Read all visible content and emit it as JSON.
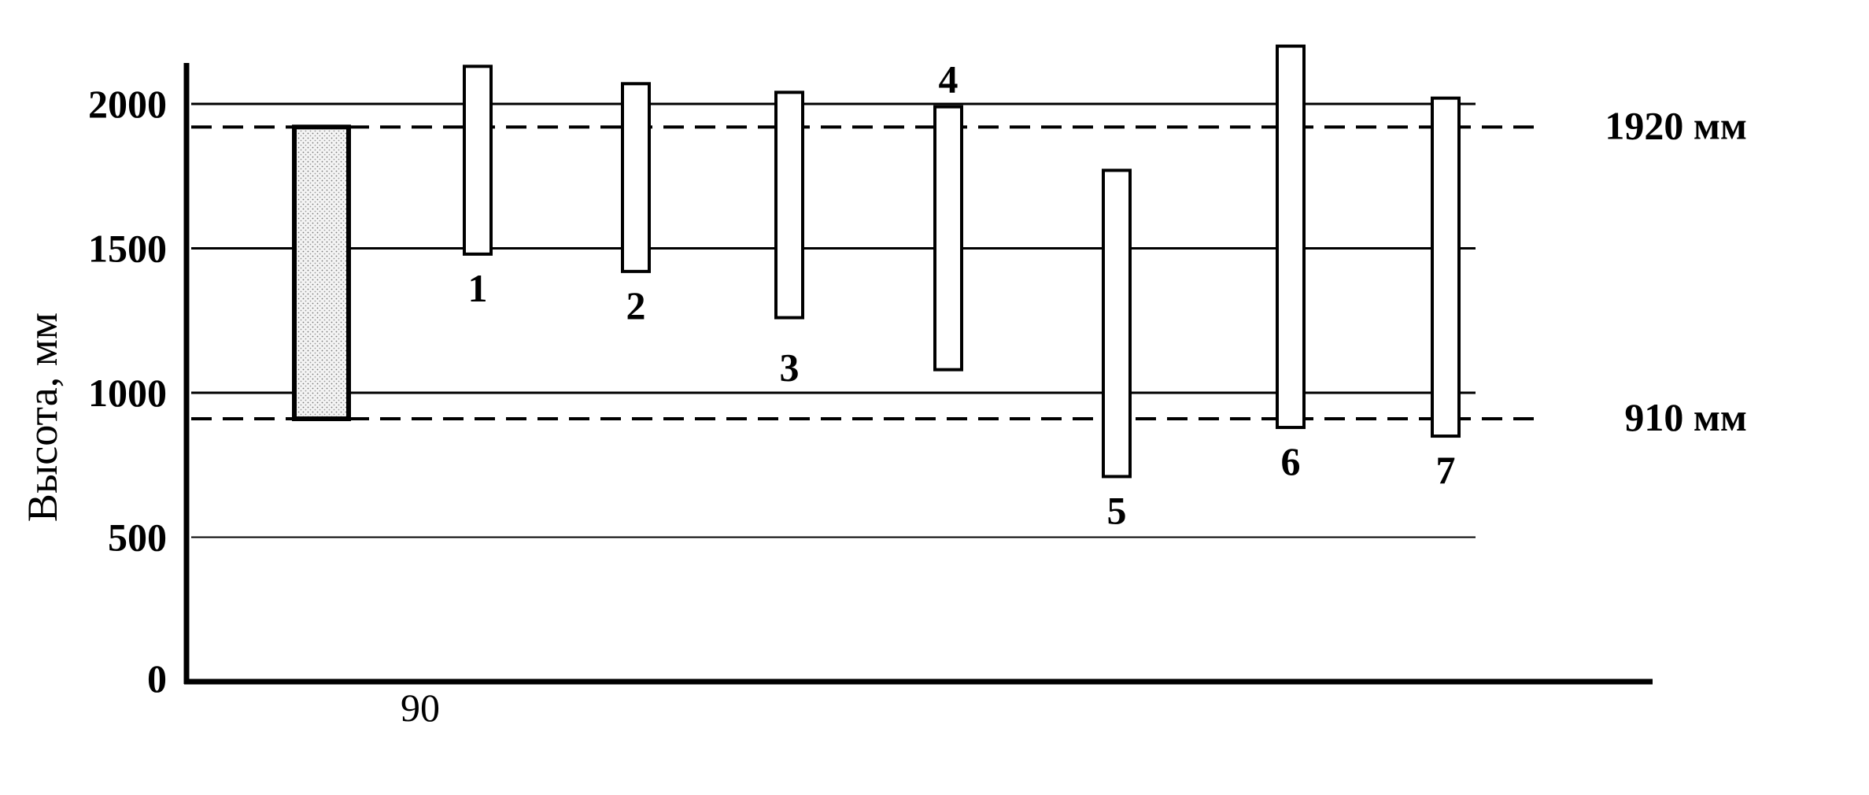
{
  "chart_data": {
    "type": "bar",
    "ylabel": "Высота, мм",
    "ylim": [
      0,
      2200
    ],
    "yticks": [
      0,
      500,
      1000,
      1500,
      2000
    ],
    "ytick_labels": [
      "0",
      "500",
      "1000",
      "1500",
      "2000"
    ],
    "gridlines": [
      500,
      1000,
      1500,
      2000
    ],
    "x_annotation": "90",
    "reference_range": {
      "low": 910,
      "high": 1920,
      "stippled": true
    },
    "reference_lines": [
      {
        "value": 1920,
        "label": "1920 мм",
        "style": "dashed"
      },
      {
        "value": 910,
        "label": "910 мм",
        "style": "dashed"
      }
    ],
    "bars": [
      {
        "label": "1",
        "low": 1480,
        "high": 2130
      },
      {
        "label": "2",
        "low": 1420,
        "high": 2070
      },
      {
        "label": "3",
        "low": 1260,
        "high": 2040
      },
      {
        "label": "4",
        "low": 1080,
        "high": 1990
      },
      {
        "label": "5",
        "low": 710,
        "high": 1770
      },
      {
        "label": "6",
        "low": 880,
        "high": 2200
      },
      {
        "label": "7",
        "low": 850,
        "high": 2020
      }
    ],
    "bar_label_position": [
      "below",
      "below",
      "below",
      "above",
      "below",
      "below",
      "below"
    ]
  }
}
